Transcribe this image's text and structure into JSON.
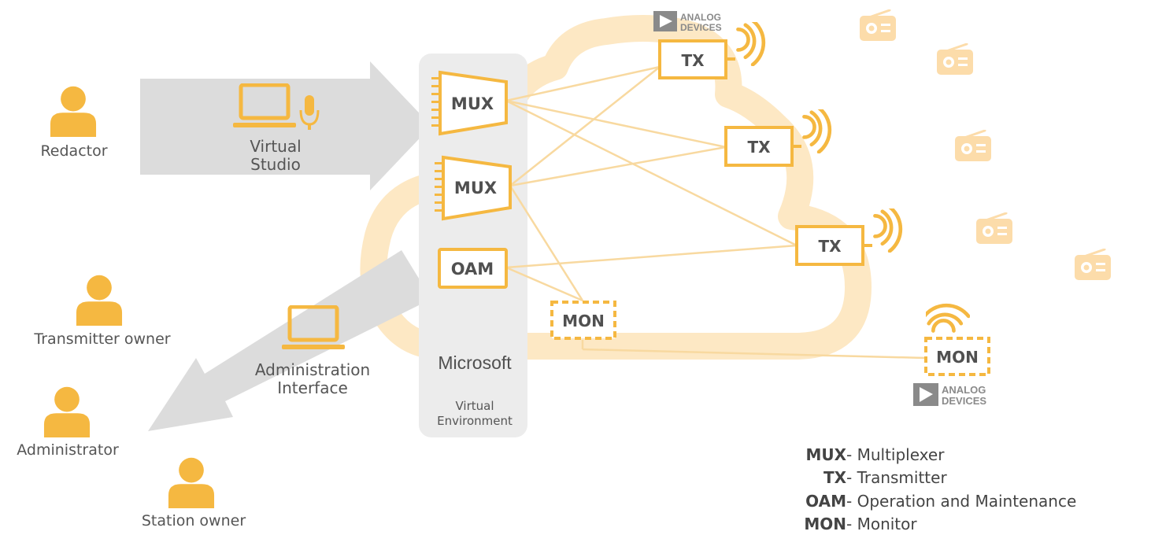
{
  "colors": {
    "accent": "#f5b841",
    "accent_light": "#fde8c4",
    "radio": "#fcdcaa",
    "arrow": "#dcdcdc",
    "panel": "#ececec",
    "text": "#555555"
  },
  "actors": {
    "redactor": "Redactor",
    "transmitter_owner": "Transmitter owner",
    "administrator": "Administrator",
    "station_owner": "Station owner"
  },
  "studio": {
    "line1": "Virtual",
    "line2": "Studio"
  },
  "admin": {
    "line1": "Administration",
    "line2": "Interface"
  },
  "env": {
    "brand": "Microsoft",
    "line1": "Virtual",
    "line2": "Environment"
  },
  "nodes": {
    "mux1": "MUX",
    "mux2": "MUX",
    "oam": "OAM",
    "mon_cloud": "MON",
    "tx1": "TX",
    "tx2": "TX",
    "tx3": "TX",
    "mon_field": "MON"
  },
  "logo": {
    "line1": "ANALOG",
    "line2": "DEVICES"
  },
  "legend": [
    {
      "abbr": "MUX",
      "desc": " - Multiplexer"
    },
    {
      "abbr": "TX",
      "desc": " - Transmitter"
    },
    {
      "abbr": "OAM",
      "desc": " - Operation and Maintenance"
    },
    {
      "abbr": "MON",
      "desc": " - Monitor"
    }
  ],
  "icons": [
    "person-icon",
    "laptop-icon",
    "microphone-icon",
    "radio-icon",
    "wifi-signal-icon",
    "analog-devices-logo"
  ]
}
